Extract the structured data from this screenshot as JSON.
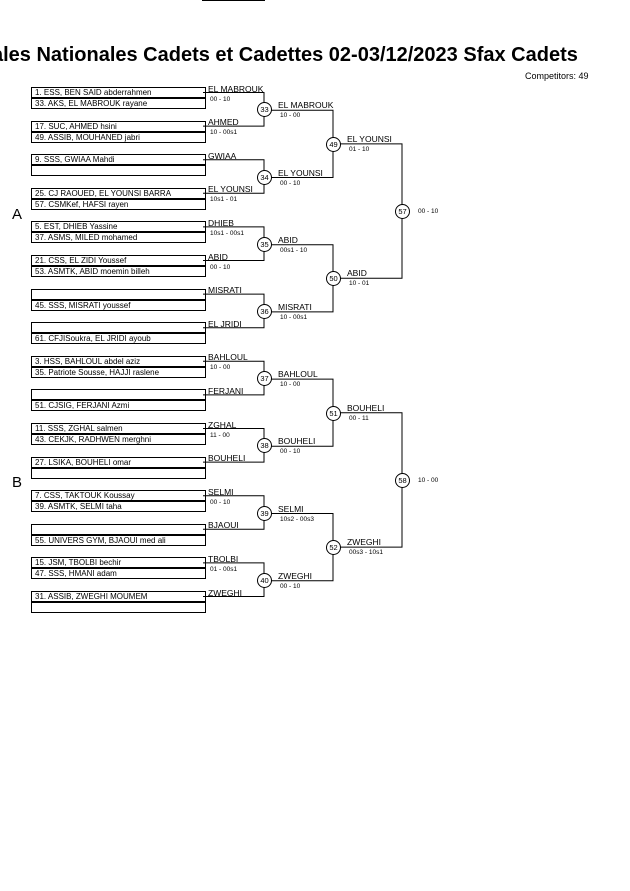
{
  "title": "ales Nationales Cadets et Cadettes  02-03/12/2023  Sfax   Cadets",
  "competitors": "Competitors: 49",
  "groups": {
    "a": "A",
    "b": "B"
  },
  "players": [
    "1. ESS, BEN SAID abderrahmen",
    "33. AKS, EL MABROUK rayane",
    "17. SUC, AHMED hsini",
    "49. ASSIB, MOUHANED jabri",
    "9. SSS, GWIAA Mahdi",
    "",
    "25. CJ RAOUED, EL YOUNSI BARRA",
    "57. CSMKef, HAFSI rayen",
    "5. EST, DHIEB Yassine",
    "37. ASMS, MILED mohamed",
    "21. CSS, EL ZIDI Youssef",
    "53. ASMTK, ABID moemin billeh",
    "",
    "45. SSS, MISRATI youssef",
    "",
    "61. CFJISoukra, EL JRIDI ayoub",
    "3. HSS, BAHLOUL abdel aziz",
    "35. Patriote Sousse, HAJJI raslene",
    "",
    "51. CJSIG, FERJANI Azmi",
    "11. SSS, ZGHAL salmen",
    "43. CEKJK, RADHWEN merghni",
    "27. LSIKA, BOUHELI omar",
    "",
    "7. CSS, TAKTOUK Koussay",
    "39. ASMTK, SELMI taha",
    "",
    "55. UNIVERS GYM, BJAOUI med ali",
    "15. JSM, TBOLBI bechir",
    "47. SSS, HMANI adam",
    "31. ASSIB, ZWEGHI MOUMEM",
    ""
  ],
  "round1": [
    {
      "num": "33",
      "top": "EL MABROUK",
      "score": "00 - 10",
      "bottom": "AHMED"
    },
    {
      "num": "34",
      "top": "GWIAA",
      "score": "",
      "bottom": "EL YOUNSI"
    },
    {
      "num": "35",
      "top": "DHIEB",
      "score": "10s1 - 00s1",
      "bottom": "ABID"
    },
    {
      "num": "36",
      "top": "MISRATI",
      "score": "",
      "bottom": "EL JRIDI"
    },
    {
      "num": "37",
      "top": "BAHLOUL",
      "score": "10 - 00",
      "bottom": "FERJANI"
    },
    {
      "num": "38",
      "top": "ZGHAL",
      "score": "11 - 00",
      "bottom": "BOUHELI"
    },
    {
      "num": "39",
      "top": "SELMI",
      "score": "00 - 10",
      "bottom": "BJAOUI"
    },
    {
      "num": "40",
      "top": "TBOLBI",
      "score": "01 - 00s1",
      "bottom": "ZWEGHI"
    }
  ],
  "r1_bottom_scores": [
    "10 - 00s1",
    "10s1 - 01",
    "00 - 10",
    "",
    "",
    "",
    "",
    ""
  ],
  "round2": [
    {
      "num": "49",
      "top": "EL MABROUK",
      "score": "10 - 00",
      "bottom": "EL YOUNSI",
      "bscore": "00 - 10"
    },
    {
      "num": "50",
      "top": "ABID",
      "score": "00s1 - 10",
      "bottom": "MISRATI",
      "bscore": "10 - 00s1"
    },
    {
      "num": "51",
      "top": "BAHLOUL",
      "score": "10 - 00",
      "bottom": "BOUHELI",
      "bscore": "00 - 10"
    },
    {
      "num": "52",
      "top": "SELMI",
      "score": "10s2 - 00s3",
      "bottom": "ZWEGHI",
      "bscore": "00 - 10"
    }
  ],
  "round3": [
    {
      "num": "57",
      "top": "EL YOUNSI",
      "score": "01 - 10",
      "bottom": "ABID",
      "bscore": "10 - 01"
    },
    {
      "num": "58",
      "top": "BOUHELI",
      "score": "00 - 11",
      "bottom": "ZWEGHI",
      "bscore": "00s3 - 10s1"
    }
  ],
  "round4": [
    {
      "num": "57",
      "score": "00 - 10"
    },
    {
      "num": "58",
      "score": "10 - 00"
    }
  ]
}
